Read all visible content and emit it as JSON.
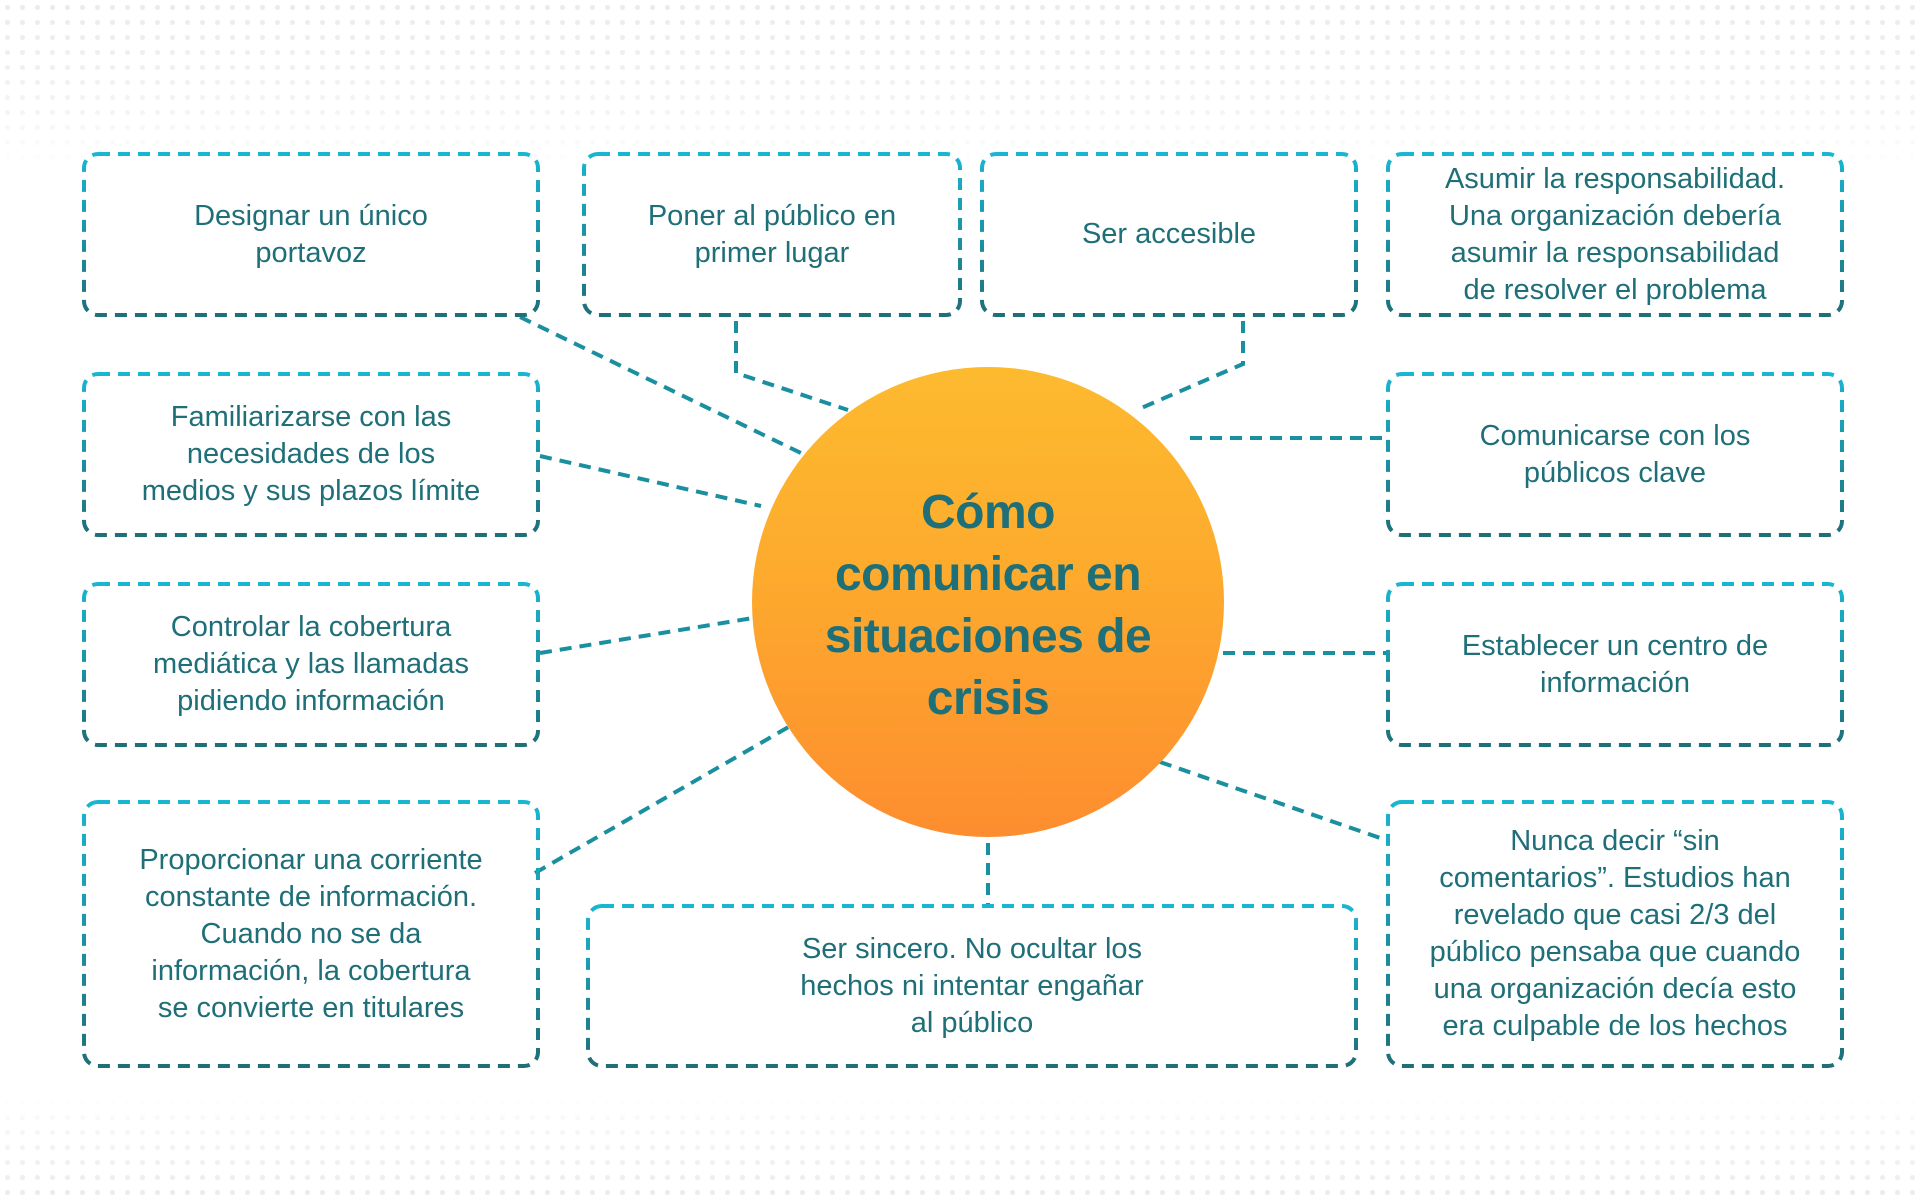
{
  "diagram": {
    "title": "Cómo\ncomunicar en\nsituaciones de\ncrisis",
    "colors": {
      "text": "#1f6f78",
      "dashed_line": "#1a8f9f",
      "box_border_top": "#19b6d2",
      "box_border_bottom": "#1f6f78",
      "circle_top": "#fdba2f",
      "circle_bottom": "#fd8d2f"
    },
    "items": [
      {
        "id": "portavoz",
        "text": "Designar un único\nportavoz"
      },
      {
        "id": "publico-primero",
        "text": "Poner al público en\nprimer lugar"
      },
      {
        "id": "accesible",
        "text": "Ser accesible"
      },
      {
        "id": "responsabilidad",
        "text": "Asumir la responsabilidad.\nUna organización debería\nasumir la responsabilidad\nde resolver el problema"
      },
      {
        "id": "medios",
        "text": "Familiarizarse con las\nnecesidades de los\nmedios y sus plazos límite"
      },
      {
        "id": "publicos-clave",
        "text": "Comunicarse con los\npúblicos clave"
      },
      {
        "id": "cobertura",
        "text": "Controlar la cobertura\nmediática y las llamadas\npidiendo información"
      },
      {
        "id": "centro-informacion",
        "text": "Establecer un centro de\ninformación"
      },
      {
        "id": "corriente-informacion",
        "text": "Proporcionar una corriente\nconstante de información.\nCuando no se da\ninformación, la cobertura\nse convierte en titulares"
      },
      {
        "id": "sincero",
        "text": "Ser sincero. No ocultar los\nhechos ni intentar engañar\nal público"
      },
      {
        "id": "sin-comentarios",
        "text": "Nunca decir “sin\ncomentarios”. Estudios han\nrevelado que casi 2/3 del\npúblico pensaba que cuando\nuna organización decía esto\nera culpable de los hechos"
      }
    ]
  }
}
